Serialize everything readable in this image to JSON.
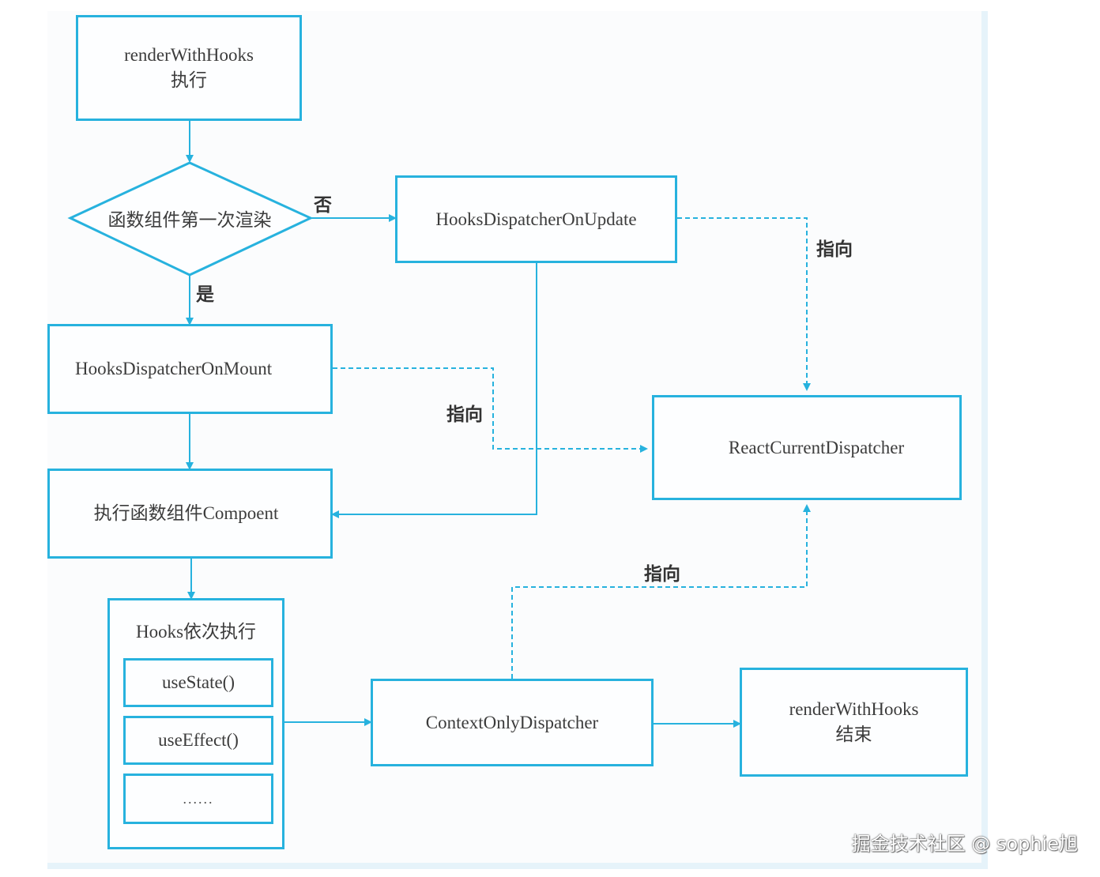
{
  "nodes": {
    "start": "renderWithHooks\n执行",
    "decision": "函数组件第一次渲染",
    "on_update": "HooksDispatcherOnUpdate",
    "on_mount": "HooksDispatcherOnMount",
    "react_current": "ReactCurrentDispatcher",
    "exec_component": "执行函数组件Compoent",
    "hooks_group_title": "Hooks依次执行",
    "use_state": "useState()",
    "use_effect": "useEffect()",
    "more": "......",
    "context_only": "ContextOnlyDispatcher",
    "end": "renderWithHooks\n结束"
  },
  "edge_labels": {
    "no": "否",
    "yes": "是",
    "points_to_1": "指向",
    "points_to_2": "指向",
    "points_to_3": "指向"
  },
  "watermark": "掘金技术社区 @ sophie旭",
  "colors": {
    "stroke": "#27b2de",
    "text": "#3c3c3c"
  }
}
